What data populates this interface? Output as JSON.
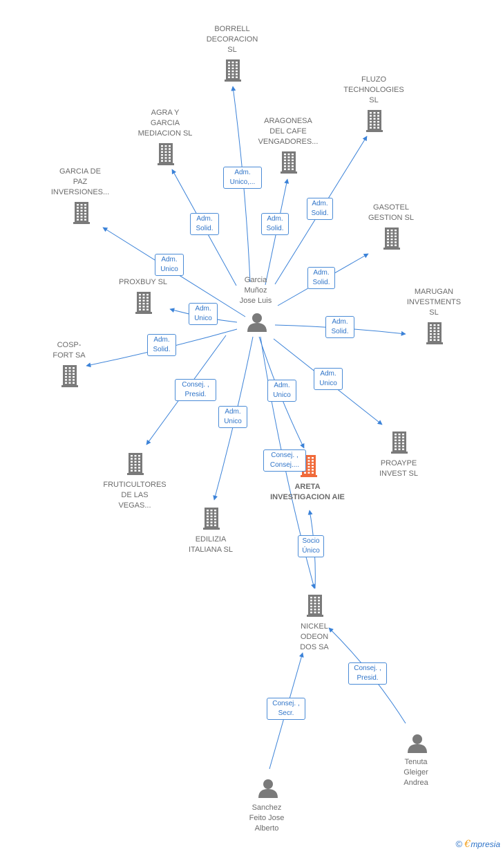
{
  "colors": {
    "edge": "#3b82d8",
    "building": "#7a7a7a",
    "focus": "#f06a3a",
    "person": "#7a7a7a"
  },
  "nodes": [
    {
      "id": "center",
      "kind": "person",
      "label": [
        "Garcia",
        "Muñoz",
        "Jose Luis"
      ]
    },
    {
      "id": "borrell",
      "kind": "company",
      "label": [
        "BORRELL",
        "DECORACION",
        "SL"
      ]
    },
    {
      "id": "fluzo",
      "kind": "company",
      "label": [
        "FLUZO",
        "TECHNOLOGIES",
        "SL"
      ]
    },
    {
      "id": "agra",
      "kind": "company",
      "label": [
        "AGRA Y",
        "GARCIA",
        "MEDIACION SL"
      ]
    },
    {
      "id": "aragonesa",
      "kind": "company",
      "label": [
        "ARAGONESA",
        "DEL CAFE",
        "VENGADORES..."
      ]
    },
    {
      "id": "garciadepaz",
      "kind": "company",
      "label": [
        "GARCIA DE",
        "PAZ",
        "INVERSIONES..."
      ]
    },
    {
      "id": "gasotel",
      "kind": "company",
      "label": [
        "GASOTEL",
        "GESTION SL"
      ]
    },
    {
      "id": "proxbuy",
      "kind": "company",
      "label": [
        "PROXBUY  SL"
      ]
    },
    {
      "id": "marugan",
      "kind": "company",
      "label": [
        "MARUGAN",
        "INVESTMENTS",
        "SL"
      ]
    },
    {
      "id": "cosp",
      "kind": "company",
      "label": [
        "COSP-",
        "FORT SA"
      ]
    },
    {
      "id": "proaype",
      "kind": "company",
      "label": [
        "PROAYPE",
        "INVEST  SL"
      ]
    },
    {
      "id": "fruti",
      "kind": "company",
      "label": [
        "FRUTICULTORES",
        "DE LAS",
        "VEGAS..."
      ]
    },
    {
      "id": "areta",
      "kind": "focus",
      "label": [
        "ARETA",
        "INVESTIGACION AIE"
      ]
    },
    {
      "id": "edilizia",
      "kind": "company",
      "label": [
        "EDILIZIA",
        "ITALIANA  SL"
      ]
    },
    {
      "id": "nickel",
      "kind": "company",
      "label": [
        "NICKEL",
        "ODEON",
        "DOS SA"
      ]
    },
    {
      "id": "tenuta",
      "kind": "person",
      "label": [
        "Tenuta",
        "Gleiger",
        "Andrea"
      ]
    },
    {
      "id": "sanchez",
      "kind": "person",
      "label": [
        "Sanchez",
        "Feito Jose",
        "Alberto"
      ]
    }
  ],
  "edges": [
    {
      "from": "center",
      "to": "borrell",
      "label": [
        "Adm.",
        "Unico,..."
      ]
    },
    {
      "from": "center",
      "to": "fluzo",
      "label": [
        "Adm.",
        "Solid."
      ]
    },
    {
      "from": "center",
      "to": "agra",
      "label": [
        "Adm.",
        "Solid."
      ]
    },
    {
      "from": "center",
      "to": "aragonesa",
      "label": [
        "Adm.",
        "Solid."
      ]
    },
    {
      "from": "center",
      "to": "garciadepaz",
      "label": [
        "Adm.",
        "Unico"
      ]
    },
    {
      "from": "center",
      "to": "gasotel",
      "label": [
        "Adm.",
        "Solid."
      ]
    },
    {
      "from": "center",
      "to": "proxbuy",
      "label": [
        "Adm.",
        "Unico"
      ]
    },
    {
      "from": "center",
      "to": "marugan",
      "label": [
        "Adm.",
        "Solid."
      ]
    },
    {
      "from": "center",
      "to": "cosp",
      "label": [
        "Adm.",
        "Solid."
      ]
    },
    {
      "from": "center",
      "to": "proaype",
      "label": [
        "Adm.",
        "Unico"
      ]
    },
    {
      "from": "center",
      "to": "fruti",
      "label": [
        "Consej. ,",
        "Presid."
      ]
    },
    {
      "from": "center",
      "to": "areta",
      "label": [
        "Adm.",
        "Unico"
      ]
    },
    {
      "from": "center",
      "to": "edilizia",
      "label": [
        "Adm.",
        "Unico"
      ]
    },
    {
      "from": "center",
      "to": "nickel",
      "label": [
        "Consej. ,",
        "Consej...."
      ]
    },
    {
      "from": "nickel",
      "to": "areta",
      "label": [
        "Socio",
        "Único"
      ]
    },
    {
      "from": "tenuta",
      "to": "nickel",
      "label": [
        "Consej. ,",
        "Presid."
      ]
    },
    {
      "from": "sanchez",
      "to": "nickel",
      "label": [
        "Consej. ,",
        "Secr."
      ]
    }
  ],
  "brand": {
    "copyright": "©",
    "e": "€",
    "name": "mpresia"
  }
}
